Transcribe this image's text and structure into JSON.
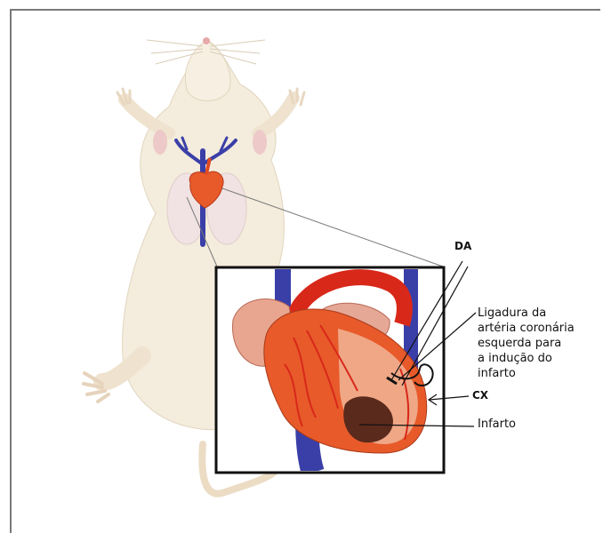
{
  "labels": {
    "da": "DA",
    "ligation": "Ligadura da\nartéria coronária\nesquerda para\na indução do\ninfarto",
    "cx": "CX",
    "infarct": "Infarto"
  },
  "colors": {
    "frame": "#7a7a7a",
    "rat_body": "#f3ead9",
    "rat_outline": "#d9cdb7",
    "vessel": "#3a3fa8",
    "heart": "#e85a2a",
    "artery": "#d8281a",
    "infarct": "#5a2a1c"
  }
}
